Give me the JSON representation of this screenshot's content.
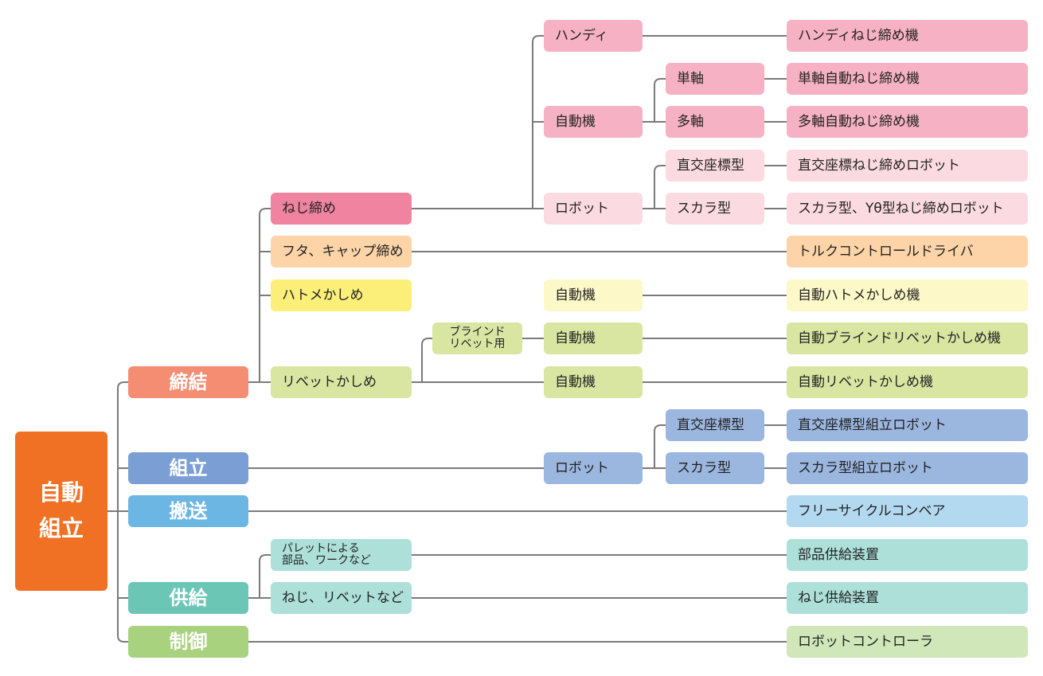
{
  "colors": {
    "root": "#f07124",
    "teiketsu": "#f58d72",
    "kumitate": "#7b9fd4",
    "hansou": "#6cb6e4",
    "kyoukyuu": "#6cc6b6",
    "seigyo": "#a8d27e",
    "pink_dark": "#f0839f",
    "pink_mid": "#f6b2c4",
    "pink_light": "#fbdbe1",
    "orange_light": "#fdd4a7",
    "yellow": "#fbef7a",
    "yellow_light": "#fdf8c7",
    "green_light": "#d8e6a2",
    "blue_mid": "#9bb6df",
    "sky_light": "#b3d9f1",
    "teal_light": "#ade0d9",
    "green_pale": "#d0e7b9",
    "line": "#7a7a7a"
  },
  "root": {
    "line1": "自動",
    "line2": "組立"
  },
  "level1": {
    "teiketsu": "締結",
    "kumitate": "組立",
    "hansou": "搬送",
    "kyoukyuu": "供給",
    "seigyo": "制御"
  },
  "level2": {
    "nejishime": "ねじ締め",
    "futa": "フタ、キャップ締め",
    "hatome": "ハトメかしめ",
    "rivet": "リベットかしめ",
    "pallet_line1": "パレットによる",
    "pallet_line2": "部品、ワークなど",
    "neji_rivet": "ねじ、リベットなど"
  },
  "level3": {
    "handy": "ハンディ",
    "jidouki_neji": "自動機",
    "robot_neji": "ロボット",
    "blind_line1": "ブラインド",
    "blind_line2": "リベット用",
    "jidouki_hatome": "自動機",
    "jidouki_blind": "自動機",
    "jidouki_rivet": "自動機",
    "robot_kumitate": "ロボット"
  },
  "level4": {
    "tanjiku": "単軸",
    "tajiku": "多軸",
    "chokkou_neji": "直交座標型",
    "scara_neji": "スカラ型",
    "chokkou_kumi": "直交座標型",
    "scara_kumi": "スカラ型"
  },
  "products": {
    "handy": "ハンディねじ締め機",
    "tanjiku": "単軸自動ねじ締め機",
    "tajiku": "多軸自動ねじ締め機",
    "chokkou_neji": "直交座標ねじ締めロボット",
    "scara_neji": "スカラ型、Yθ型ねじ締めロボット",
    "torque": "トルクコントロールドライバ",
    "hatome": "自動ハトメかしめ機",
    "blind": "自動ブラインドリベットかしめ機",
    "rivet": "自動リベットかしめ機",
    "chokkou_kumi": "直交座標型組立ロボット",
    "scara_kumi": "スカラ型組立ロボット",
    "conveyor": "フリーサイクルコンベア",
    "parts_feed": "部品供給装置",
    "neji_feed": "ねじ供給装置",
    "controller": "ロボットコントローラ"
  }
}
